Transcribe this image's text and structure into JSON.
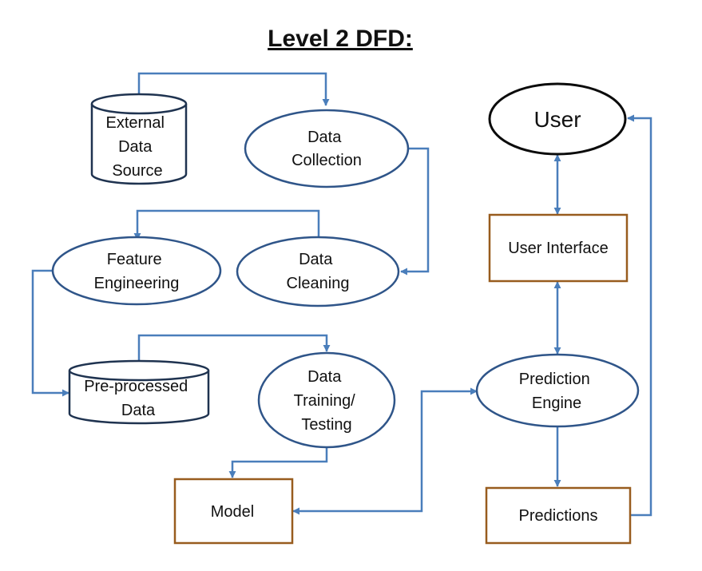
{
  "title": "Level 2 DFD:",
  "colors": {
    "connector": "#4A7EBB",
    "ellipse_stroke": "#2F5589",
    "store_stroke": "#1F3350",
    "entity_stroke": "#985C1E",
    "user_stroke": "#0B0B0B",
    "text": "#111111"
  },
  "nodes": {
    "external_data_source": {
      "lines": [
        "External",
        "Data",
        "Source"
      ],
      "shape": "datastore"
    },
    "data_collection": {
      "lines": [
        "Data",
        "Collection"
      ],
      "shape": "process"
    },
    "feature_engineering": {
      "lines": [
        "Feature",
        "Engineering"
      ],
      "shape": "process"
    },
    "data_cleaning": {
      "lines": [
        "Data",
        "Cleaning"
      ],
      "shape": "process"
    },
    "preprocessed_data": {
      "lines": [
        "Pre-processed",
        "Data"
      ],
      "shape": "datastore"
    },
    "data_training_testing": {
      "lines": [
        "Data",
        "Training/",
        "Testing"
      ],
      "shape": "process"
    },
    "model": {
      "lines": [
        "Model"
      ],
      "shape": "entity"
    },
    "user": {
      "lines": [
        "User"
      ],
      "shape": "terminator"
    },
    "user_interface": {
      "lines": [
        "User Interface"
      ],
      "shape": "entity"
    },
    "prediction_engine": {
      "lines": [
        "Prediction",
        "Engine"
      ],
      "shape": "process"
    },
    "predictions": {
      "lines": [
        "Predictions"
      ],
      "shape": "entity"
    }
  },
  "edges": [
    {
      "from": "external_data_source",
      "to": "data_collection"
    },
    {
      "from": "data_collection",
      "to": "data_cleaning"
    },
    {
      "from": "data_cleaning",
      "to": "feature_engineering"
    },
    {
      "from": "feature_engineering",
      "to": "preprocessed_data"
    },
    {
      "from": "preprocessed_data",
      "to": "data_training_testing"
    },
    {
      "from": "data_training_testing",
      "to": "model"
    },
    {
      "from": "prediction_engine",
      "to": "model",
      "bidirectional": true
    },
    {
      "from": "user",
      "to": "user_interface",
      "bidirectional": true
    },
    {
      "from": "user_interface",
      "to": "prediction_engine",
      "bidirectional": true
    },
    {
      "from": "prediction_engine",
      "to": "predictions"
    },
    {
      "from": "predictions",
      "to": "user"
    }
  ]
}
